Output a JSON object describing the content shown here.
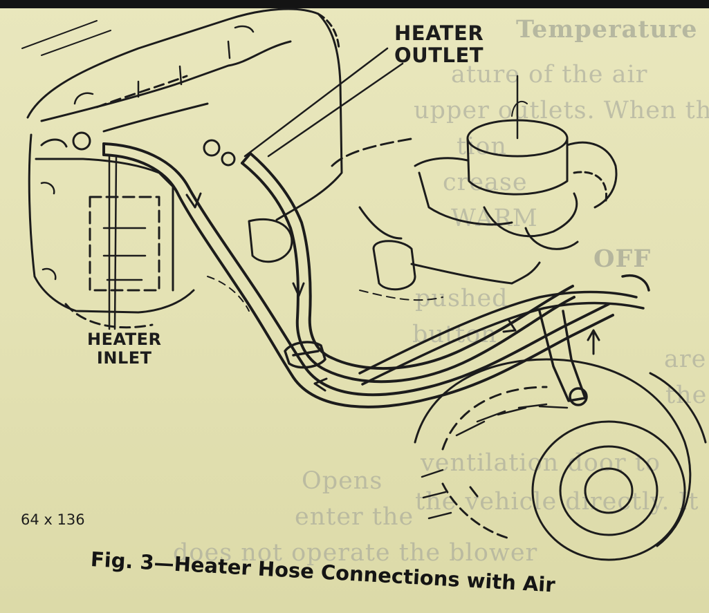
{
  "labels": {
    "heater_outlet": [
      "HEATER",
      "OUTLET"
    ],
    "heater_inlet": [
      "HEATER",
      "INLET"
    ]
  },
  "figure_reference": "64 x 136",
  "caption": "Fig. 3—Heater Hose Connections with Air",
  "bleed_through_text": [
    "Temperature",
    "ature of the air",
    "upper outlets. When the",
    "tion",
    "crease",
    "WARM",
    "OFF",
    "pushed",
    "button",
    "are",
    "the",
    "ventilation door to",
    "Opens",
    "the vehicle directly. It",
    "enter the",
    "does not operate the blower"
  ],
  "colors": {
    "paper": "#e6e4b8",
    "ink": "#1c1c1c",
    "bleed": "#9ea098"
  }
}
